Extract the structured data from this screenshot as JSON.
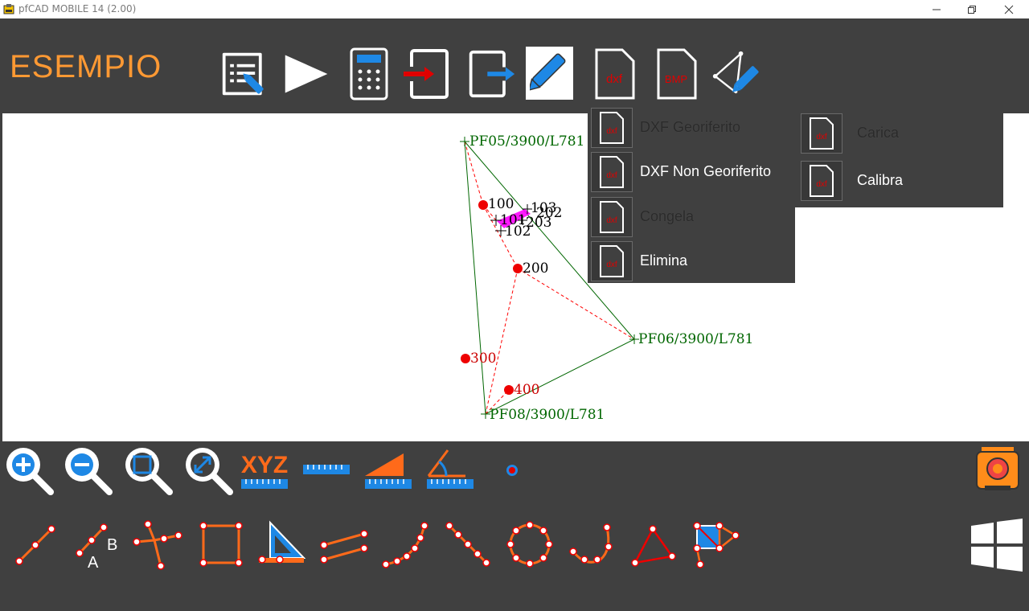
{
  "window": {
    "title": "pfCAD MOBILE 14 (2.00)",
    "icons": [
      "app-icon",
      "minimize-icon",
      "restore-icon",
      "close-icon"
    ]
  },
  "project": {
    "name": "ESEMPIO"
  },
  "toolbar": {
    "icons": [
      "edit-list-icon",
      "play-icon",
      "calculator-icon",
      "import-icon",
      "export-icon",
      "pencil-icon",
      "dxf-file-icon",
      "bmp-file-icon",
      "draw-triangle-icon"
    ],
    "dxf_label": "dxf",
    "bmp_label": "BMP",
    "active": "pencil-icon"
  },
  "dxf_menu": {
    "items": [
      {
        "label": "DXF Georiferito",
        "enabled": false
      },
      {
        "label": "DXF Non Georiferito",
        "enabled": true
      },
      {
        "label": "Congela",
        "enabled": false
      },
      {
        "label": "Elimina",
        "enabled": true
      }
    ],
    "icon_label": "dxf"
  },
  "bmp_menu": {
    "items": [
      {
        "label": "Carica",
        "enabled": false
      },
      {
        "label": "Calibra",
        "enabled": true
      }
    ],
    "icon_label": "dxf"
  },
  "drawing": {
    "labels": {
      "pf05": "PF05/3900/L781",
      "pf06": "PF06/3900/L781",
      "pf08": "PF08/3900/L781",
      "p100": "100",
      "p200": "200",
      "p300": "300",
      "p400": "400",
      "p101": "101",
      "p102": "102",
      "p103": "103",
      "p202": "202",
      "p203": "203"
    },
    "colors": {
      "network": "#006600",
      "station_link": "#ff0000",
      "station": "#ee0000",
      "highlight": "#ff00ff"
    }
  },
  "view_tools": {
    "icons": [
      "zoom-in-icon",
      "zoom-out-icon",
      "zoom-window-icon",
      "zoom-extents-icon",
      "xyz-coordinates-icon",
      "measure-distance-icon",
      "measure-area-icon",
      "measure-angle-icon",
      "snap-point-icon"
    ],
    "xyz_label": "XYZ"
  },
  "draw_tools": {
    "icons": [
      "line-icon",
      "line-ab-icon",
      "polyline-branch-icon",
      "rectangle-icon",
      "triangle-ruler-icon",
      "parallel-lines-icon",
      "arc-points-icon",
      "point-row-icon",
      "circle-points-icon",
      "curve-points-icon",
      "triangle-icon",
      "square-triangle-icon"
    ],
    "ab_labels": [
      "A",
      "B"
    ]
  },
  "right_icons": [
    "total-station-icon",
    "windows-icon"
  ],
  "accent": "#ff9933"
}
